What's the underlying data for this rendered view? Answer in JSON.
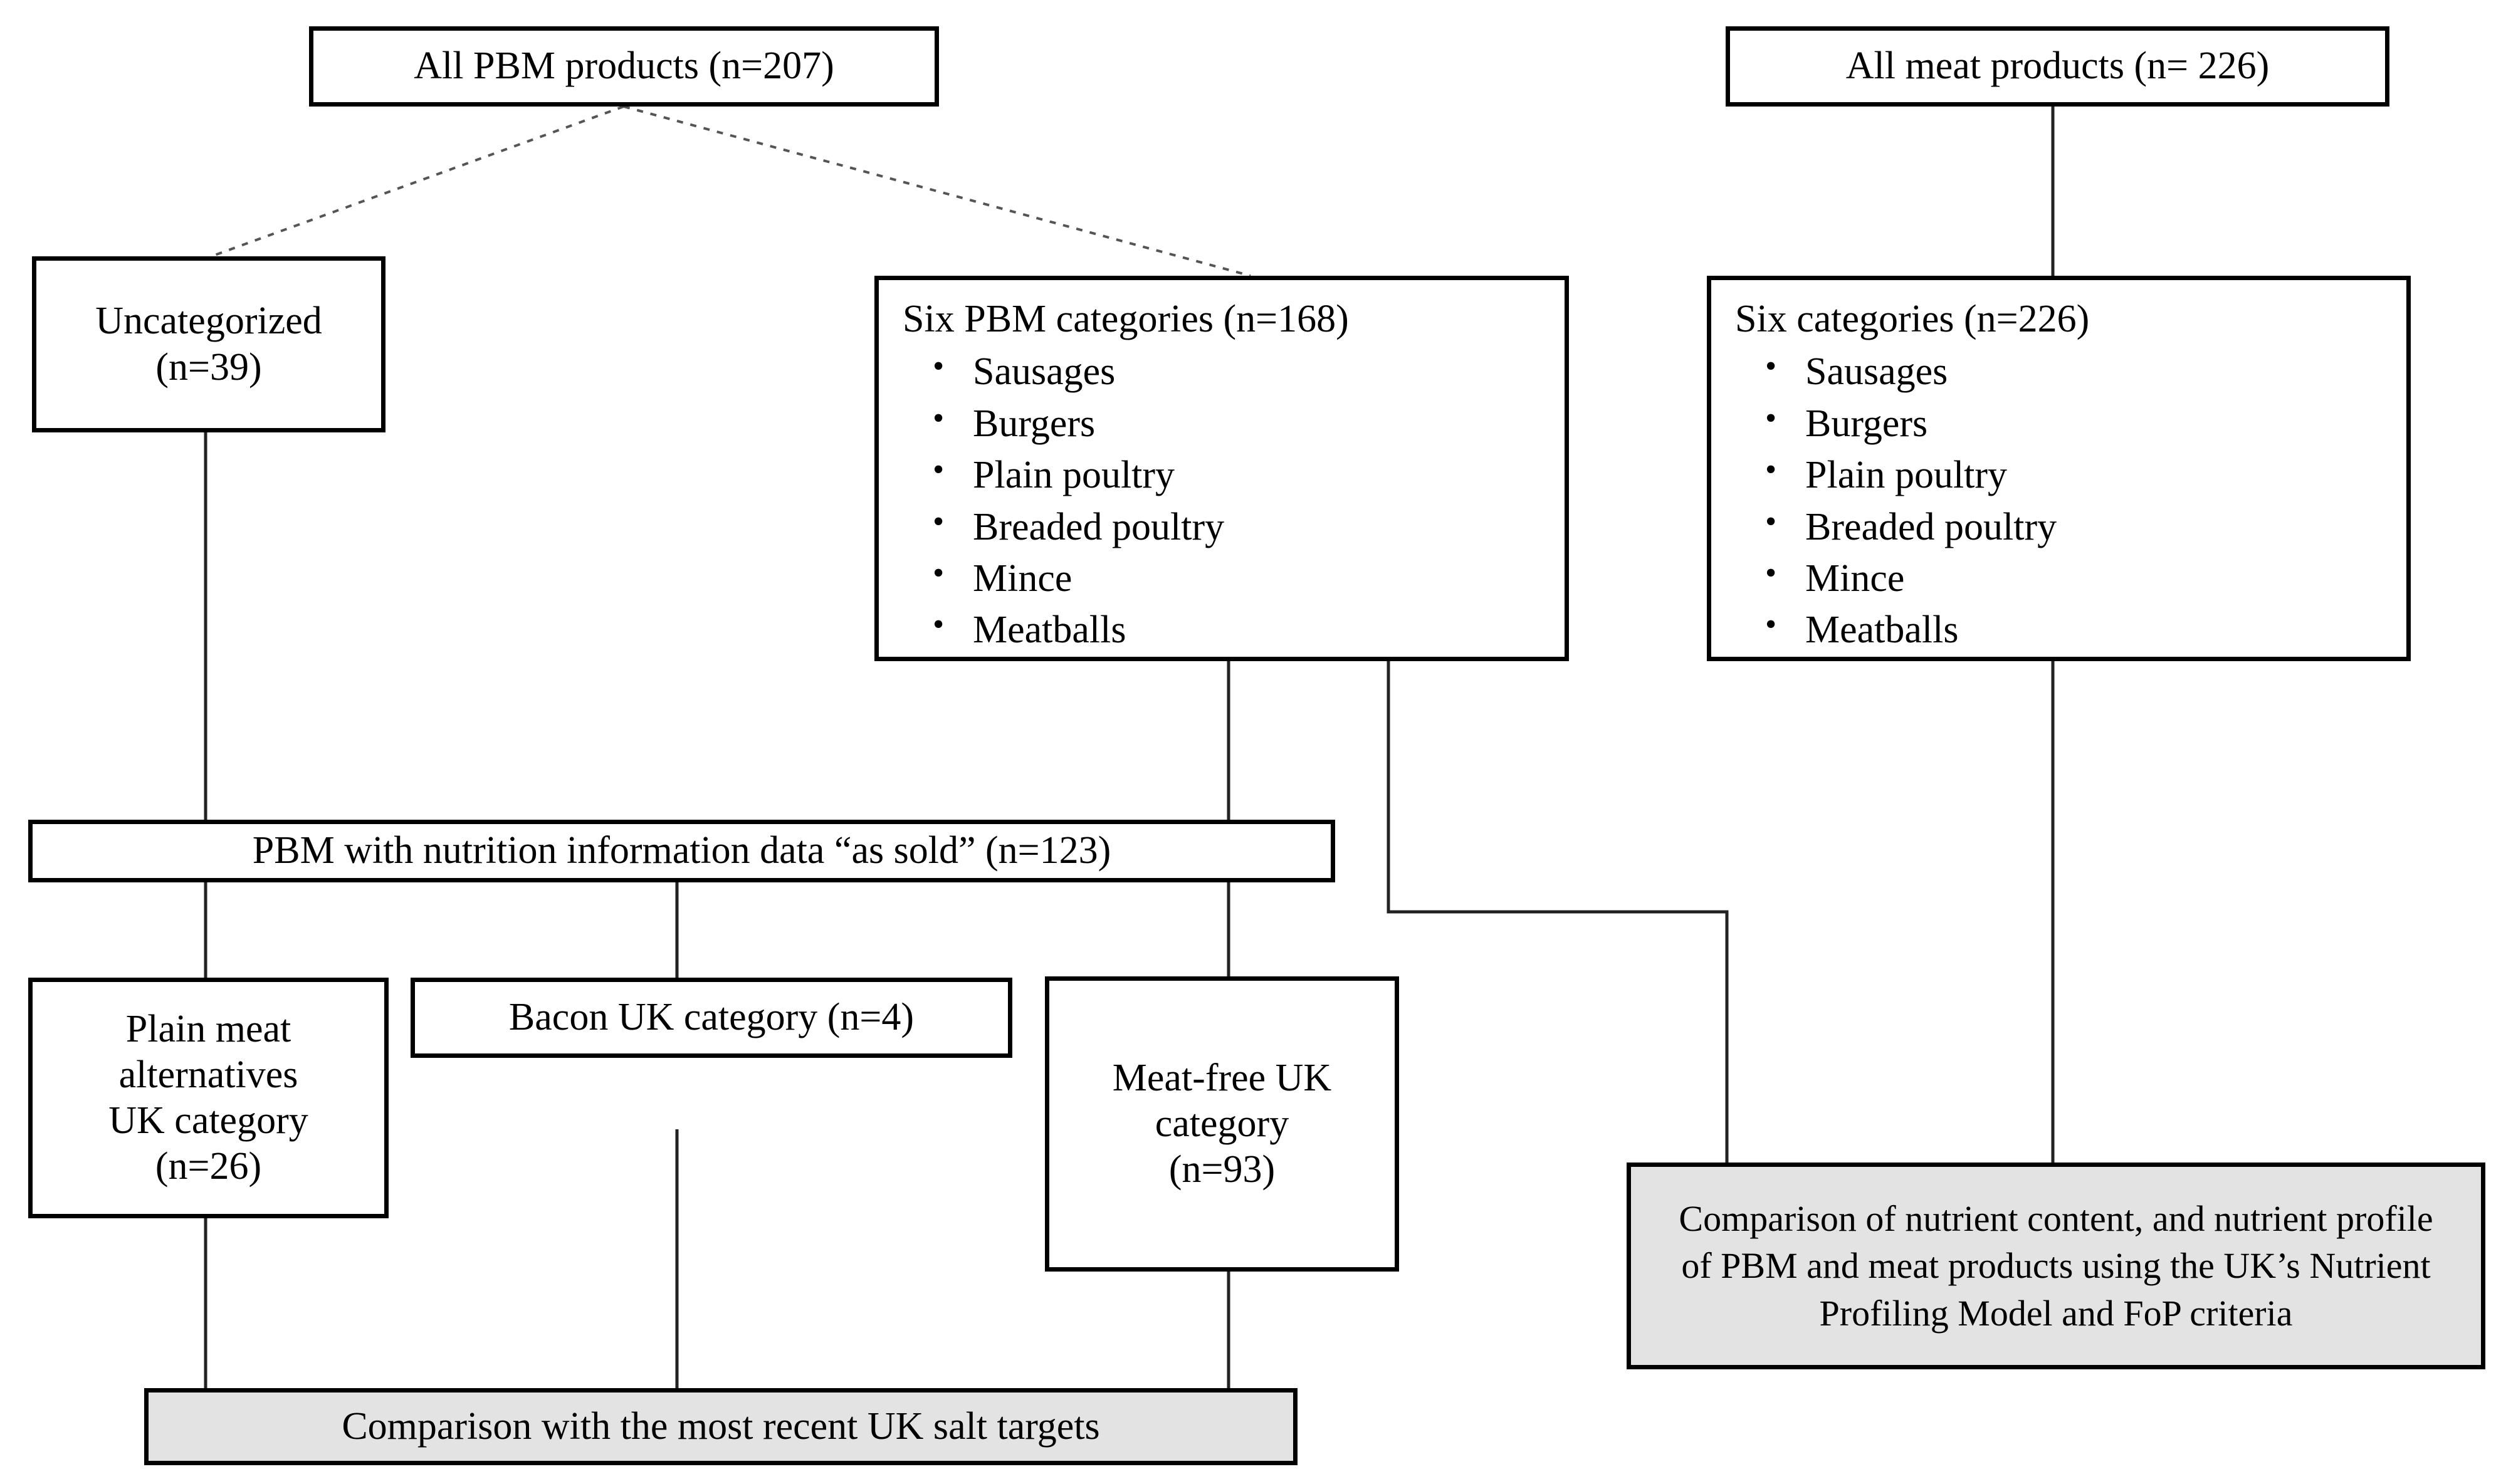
{
  "diagram": {
    "type": "flowchart",
    "title": "Study flow diagram of PBM and meat product sampling and analysis",
    "colors": {
      "box_border": "#000000",
      "box_fill": "#ffffff",
      "shaded_fill": "#e3e3e3",
      "connector": "#000000",
      "dashed_connector": "#555555"
    },
    "nodes": {
      "all_pbm": {
        "label": "All PBM products (n=207)"
      },
      "uncategorized": {
        "label": "Uncategorized\n(n=39)"
      },
      "six_pbm": {
        "title": "Six PBM categories (n=168)",
        "items": [
          "Sausages",
          "Burgers",
          "Plain poultry",
          "Breaded poultry",
          "Mince",
          "Meatballs"
        ],
        "bullet": "•"
      },
      "all_meat": {
        "label": "All meat products (n= 226)"
      },
      "six_meat": {
        "title": "Six categories (n=226)",
        "items": [
          "Sausages",
          "Burgers",
          "Plain poultry",
          "Breaded poultry",
          "Mince",
          "Meatballs"
        ],
        "bullet": "•"
      },
      "pbm_nutrition": {
        "label": "PBM with nutrition information data “as sold” (n=123)"
      },
      "plain_meat_alt": {
        "label": "Plain meat\nalternatives\nUK category\n(n=26)"
      },
      "bacon_uk": {
        "label": "Bacon UK category (n=4)"
      },
      "meat_free_uk": {
        "label": "Meat-free UK\ncategory\n(n=93)"
      },
      "salt_targets": {
        "label": "Comparison with the most recent UK salt targets"
      },
      "nutrient_comparison": {
        "label": "Comparison of  nutrient content, and nutrient profile of PBM and meat products using the UK’s Nutrient Profiling Model and FoP criteria"
      }
    }
  }
}
